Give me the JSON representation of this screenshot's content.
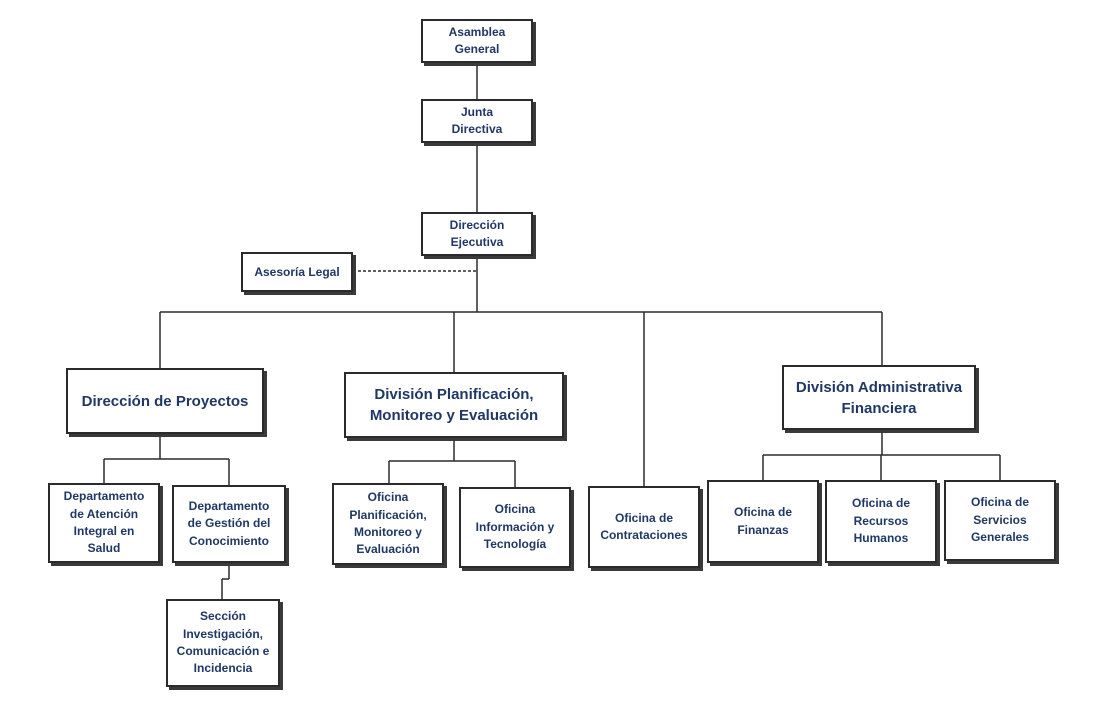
{
  "org_chart": {
    "asamblea": "Asamblea\nGeneral",
    "junta": "Junta\nDirectiva",
    "direccion_ejecutiva": "Dirección\nEjecutiva",
    "asesoria_legal": "Asesoría Legal",
    "direccion_proyectos": "Dirección de Proyectos",
    "division_planificacion": "División Planificación,\nMonitoreo y Evaluación",
    "oficina_contrataciones": "Oficina de\nContrataciones",
    "division_administrativa": "División Administrativa\nFinanciera",
    "depto_atencion": "Departamento\nde Atención\nIntegral en\nSalud",
    "depto_gestion": "Departamento\nde Gestión del\nConocimiento",
    "seccion_investigacion": "Sección\nInvestigación,\nComunicación e\nIncidencia",
    "oficina_planificacion": "Oficina\nPlanificación,\nMonitoreo y\nEvaluación",
    "oficina_informacion": "Oficina\nInformación y\nTecnología",
    "oficina_finanzas": "Oficina de\nFinanzas",
    "oficina_rrhh": "Oficina de\nRecursos\nHumanos",
    "oficina_servicios": "Oficina de\nServicios\nGenerales"
  }
}
